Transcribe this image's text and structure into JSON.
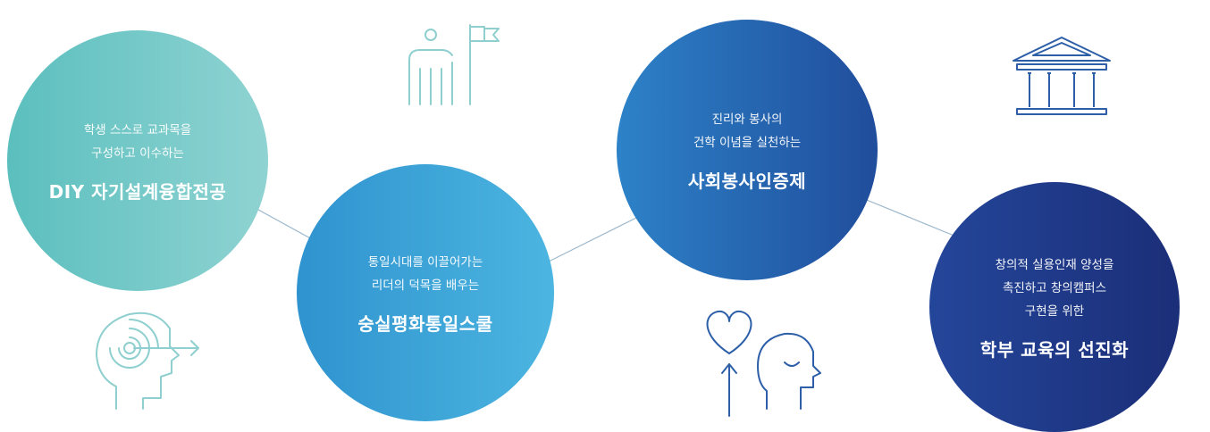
{
  "colors": {
    "line": "#9ab7cc",
    "icon_teal": "#8fcfcf",
    "icon_blue": "#2d5fa8"
  },
  "circles": [
    {
      "sub1": "학생 스스로 교과목을",
      "sub2": "구성하고 이수하는",
      "title": "DIY 자기설계융합전공"
    },
    {
      "sub1": "통일시대를 이끌어가는",
      "sub2": "리더의 덕목을 배우는",
      "title": "숭실평화통일스쿨"
    },
    {
      "sub1": "진리와 봉사의",
      "sub2": "건학 이념을 실천하는",
      "title": "사회봉사인증제"
    },
    {
      "sub1": "창의적 실용인재 양성을",
      "sub2": "촉진하고 창의캠퍼스",
      "sub3": "구현을 위한",
      "title": "학부 교육의 선진화"
    }
  ],
  "icons": [
    "person-flag-icon",
    "head-spiral-icon",
    "heart-head-icon",
    "building-icon"
  ]
}
